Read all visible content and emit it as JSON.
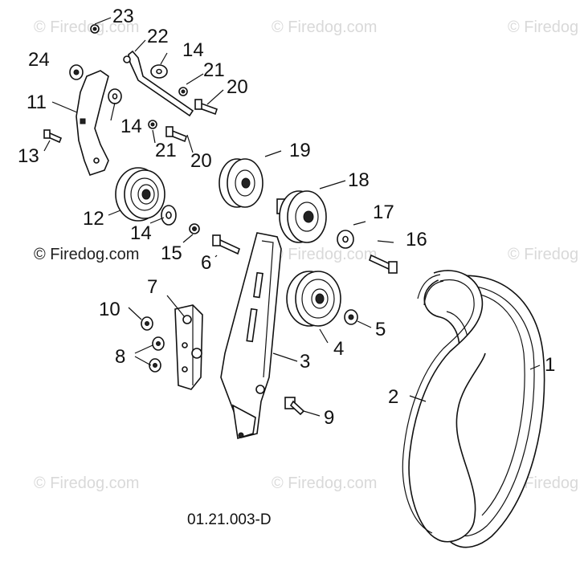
{
  "watermark": "© Firedog.com",
  "diagram_code": "01.21.003-D",
  "callouts": {
    "c1": "1",
    "c2": "2",
    "c3": "3",
    "c4": "4",
    "c5": "5",
    "c6": "6",
    "c7": "7",
    "c8": "8",
    "c9": "9",
    "c10": "10",
    "c11": "11",
    "c12": "12",
    "c13": "13",
    "c14a": "14",
    "c14b": "14",
    "c14c": "14",
    "c15": "15",
    "c16": "16",
    "c17": "17",
    "c18": "18",
    "c19": "19",
    "c20a": "20",
    "c20b": "20",
    "c21a": "21",
    "c21b": "21",
    "c22": "22",
    "c23": "23",
    "c24": "24"
  }
}
